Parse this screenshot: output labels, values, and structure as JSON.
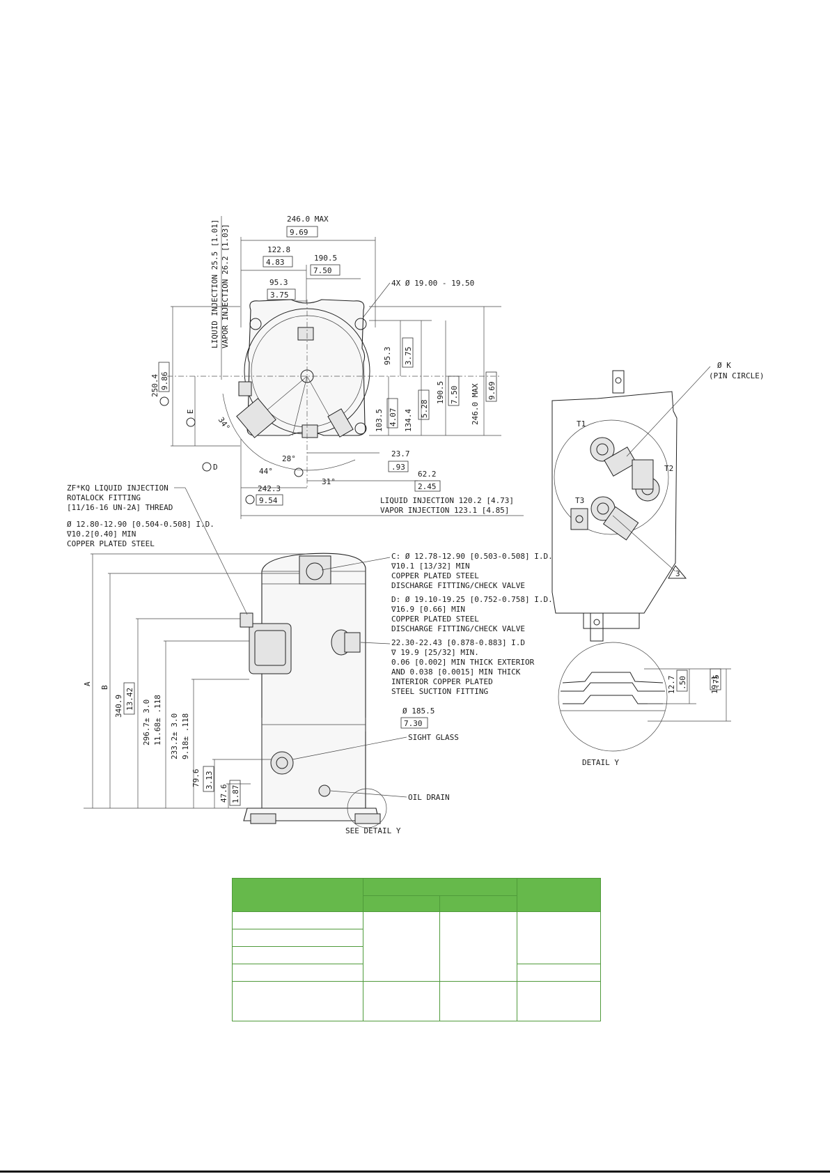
{
  "drawing": {
    "top_view": {
      "overall_width": "246.0 MAX",
      "overall_width_in": "9.69",
      "dim_122": "122.8",
      "dim_122_in": "4.83",
      "dim_190": "190.5",
      "dim_190_in": "7.50",
      "dim_95": "95.3",
      "dim_95_in": "3.75",
      "holes": "4X Ø 19.00 - 19.50",
      "liquid_injection_vert": "LIQUID INJECTION 25.5 [1.01]",
      "vapor_injection_vert": "VAPOR INJECTION 26.2 [1.03]",
      "left_height": "250.4",
      "left_height_in": "9.86",
      "label_e": "E",
      "label_d": "D",
      "angle_34": "34°",
      "angle_28": "28°",
      "angle_44": "44°",
      "angle_31": "31°",
      "right_95": "95.3",
      "right_95_in": "3.75",
      "right_103": "103.5",
      "right_103_in": "4.07",
      "right_134": "134.4",
      "right_134_in": "5.28",
      "right_190": "190.5",
      "right_190_in": "7.50",
      "right_246": "246.0 MAX",
      "right_246_in": "9.69",
      "dim_23": "23.7",
      "dim_23_in": ".93",
      "dim_62": "62.2",
      "dim_62_in": "2.45",
      "dim_242": "242.3",
      "dim_242_in": "9.54",
      "liquid_injection_h": "LIQUID INJECTION 120.2 [4.73]",
      "vapor_injection_h": "VAPOR INJECTION 123.1 [4.85]"
    },
    "side_view": {
      "note_zf_1": "ZF*KQ LIQUID INJECTION",
      "note_zf_2": "ROTALOCK FITTING",
      "note_zf_3": "[11/16-16 UN-2A] THREAD",
      "note_zf_4": "Ø 12.80-12.90 [0.504-0.508] I.D.",
      "note_zf_5": "∇10.2[0.40] MIN",
      "note_zf_6": "COPPER PLATED STEEL",
      "note_c_1": "C: Ø 12.78-12.90 [0.503-0.508] I.D.",
      "note_c_2": "∇10.1 [13/32] MIN",
      "note_c_3": "COPPER PLATED STEEL",
      "note_c_4": "DISCHARGE FITTING/CHECK VALVE",
      "note_d_1": "D: Ø 19.10-19.25 [0.752-0.758] I.D.",
      "note_d_2": "∇16.9 [0.66] MIN",
      "note_d_3": "COPPER PLATED STEEL",
      "note_d_4": "DISCHARGE FITTING/CHECK VALVE",
      "note_s_1": "22.30-22.43 [0.878-0.883] I.D",
      "note_s_2": "∇ 19.9 [25/32] MIN.",
      "note_s_3": "0.06 [0.002] MIN THICK EXTERIOR",
      "note_s_4": "AND 0.038 [0.0015] MIN THICK",
      "note_s_5": "INTERIOR COPPER PLATED",
      "note_s_6": "STEEL SUCTION FITTING",
      "dia_185": "Ø 185.5",
      "dia_185_in": "7.30",
      "sight_glass": "SIGHT GLASS",
      "oil_drain": "OIL DRAIN",
      "see_detail": "SEE DETAIL Y",
      "v_a": "A",
      "v_b": "B",
      "v_340": "340.9",
      "v_340_in": "13.42",
      "v_296": "296.7± 3.0",
      "v_296_in": "11.68± .118",
      "v_233": "233.2± 3.0",
      "v_233_in": "9.18± .118",
      "v_79": "79.6",
      "v_79_in": "3.13",
      "v_47": "47.6",
      "v_47_in": "1.87"
    },
    "terminal_box": {
      "pin_circle_1": "Ø K",
      "pin_circle_2": "(PIN CIRCLE)",
      "t1": "T1",
      "t2": "T2",
      "t3": "T3",
      "callout_3": "3"
    },
    "detail_y": {
      "dim_12": "12.7",
      "dim_12_in": ".50",
      "dim_19": "19.1",
      "dim_19_in": ".75",
      "label": "DETAIL Y"
    }
  }
}
